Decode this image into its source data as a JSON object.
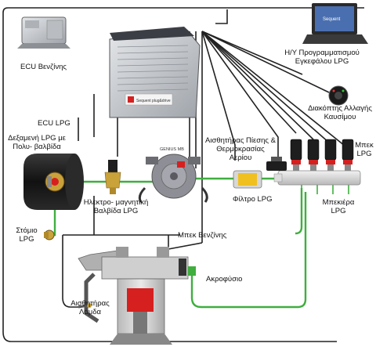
{
  "labels": {
    "ecu_petrol": "ECU Βενζίνης",
    "ecu_lpg": "ECU LPG",
    "laptop": "Η/Υ Προγραμματισμού Εγκεφάλου LPG",
    "switch": "Διακόπτης Αλλαγής Καυσίμου",
    "tank": "Δεξαμενή LPG με Πολυ- βαλβίδα",
    "pressure_sensor": "Αισθητήρας Πίεσης & Θερμοκρασίας Αερίου",
    "lpg_injector": "Μπεκ LPG",
    "solenoid": "Ηλεκτρο- μαγνητική Βαλβίδα LPG",
    "filter": "Φίλτρο LPG",
    "rail": "Μπεκιέρα LPG",
    "filler": "Στόμιο LPG",
    "petrol_injector": "Μπεκ Βενζίνης",
    "nozzle": "Ακροφύσιο",
    "lambda": "Αισθητήρας Λάμδα",
    "reducer_badge": "GENIUS MB",
    "ecu_badge": "Sequent plug&drive",
    "laptop_screen": "Sequent"
  },
  "colors": {
    "wire": "#222222",
    "gas_line": "#3fae3f",
    "ecu_body": "#c9ccd0",
    "reducer": "#8e8e96",
    "engine_red": "#d62020",
    "tank": "#1b1b1b",
    "brass": "#c9a23a"
  }
}
